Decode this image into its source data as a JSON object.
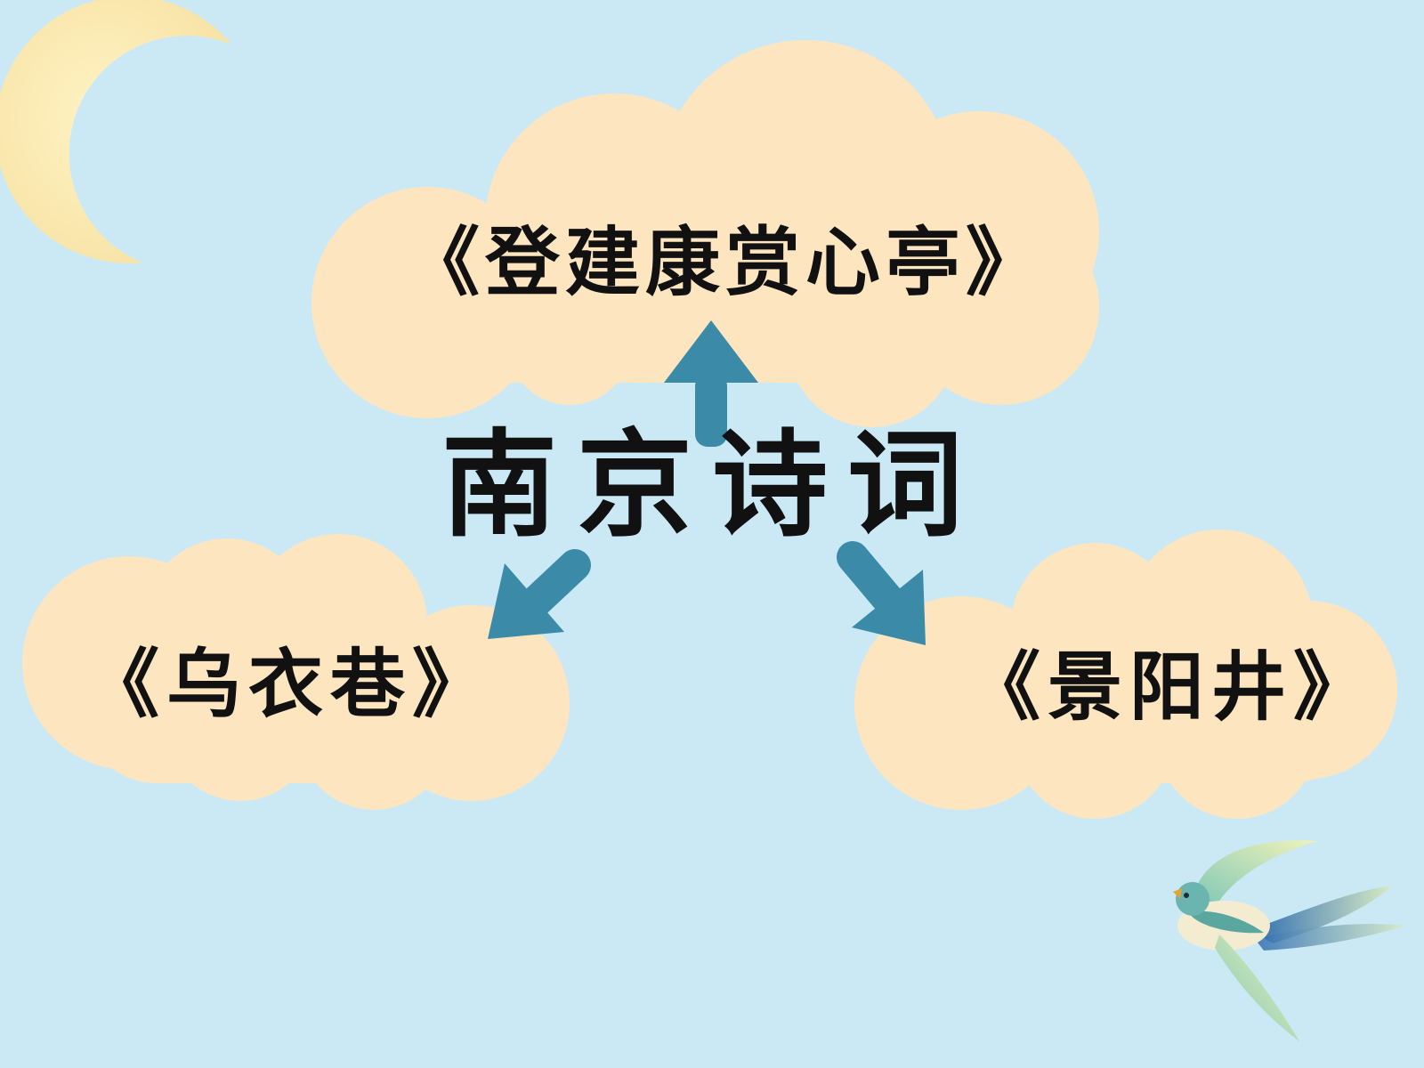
{
  "center": {
    "title": "南京诗词"
  },
  "poems": {
    "top": "《登建康赏心亭》",
    "left": "《乌衣巷》",
    "right": "《景阳井》"
  },
  "colors": {
    "background": "#cbe9f5",
    "cloud": "#fde5c0",
    "arrow": "#3a8aa8",
    "moon": "#fbe9b3",
    "text": "#111111"
  },
  "decorations": [
    "crescent-moon",
    "swallow-bird"
  ]
}
